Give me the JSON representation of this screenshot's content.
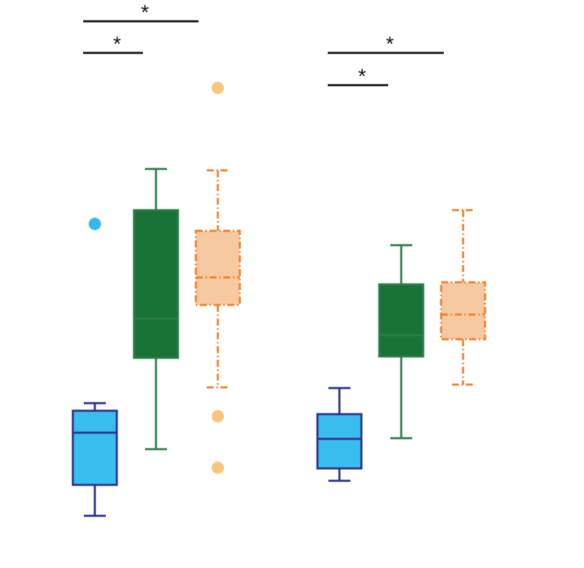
{
  "chart_data": {
    "type": "box",
    "y_range": [
      0,
      820
    ],
    "colors": {
      "blue_fill": "#38BDEE",
      "blue_stroke": "#2B318C",
      "blue_outlier": "#38B7EA",
      "green_fill": "#197337",
      "green_stroke": "#2E7C4A",
      "orange_fill": "#F7C9A0",
      "orange_stroke": "#F07F2A",
      "orange_outlier": "#F9C57E",
      "orange_outlier_stroke": "#F4D27A",
      "bracket": "#111111"
    },
    "groups": [
      {
        "boxes": [
          {
            "series": "blue",
            "whisker_high": 587,
            "q3": 598,
            "median": 630,
            "q1": 706,
            "whisker_low": 751,
            "outliers": [
              326
            ],
            "dashed": false
          },
          {
            "series": "green",
            "whisker_high": 246,
            "q3": 306,
            "median": 464,
            "q1": 521,
            "whisker_low": 654,
            "outliers": [],
            "dashed": false
          },
          {
            "series": "orange",
            "whisker_high": 248,
            "q3": 336,
            "median": 404,
            "q1": 444,
            "whisker_low": 564,
            "outliers": [
              128,
              606,
              681
            ],
            "dashed": true
          }
        ],
        "significance": [
          {
            "from": 0,
            "to": 2,
            "label": "*"
          },
          {
            "from": 0,
            "to": 1,
            "label": "*"
          }
        ]
      },
      {
        "boxes": [
          {
            "series": "blue",
            "whisker_high": 565,
            "q3": 603,
            "median": 639,
            "q1": 682,
            "whisker_low": 700,
            "outliers": [],
            "dashed": false
          },
          {
            "series": "green",
            "whisker_high": 357,
            "q3": 414,
            "median": 488,
            "q1": 519,
            "whisker_low": 638,
            "outliers": [],
            "dashed": false
          },
          {
            "series": "orange",
            "whisker_high": 306,
            "q3": 411,
            "median": 458,
            "q1": 494,
            "whisker_low": 560,
            "outliers": [],
            "dashed": true
          }
        ],
        "significance": [
          {
            "from": 0,
            "to": 2,
            "label": "*"
          },
          {
            "from": 0,
            "to": 1,
            "label": "*"
          }
        ]
      }
    ]
  }
}
